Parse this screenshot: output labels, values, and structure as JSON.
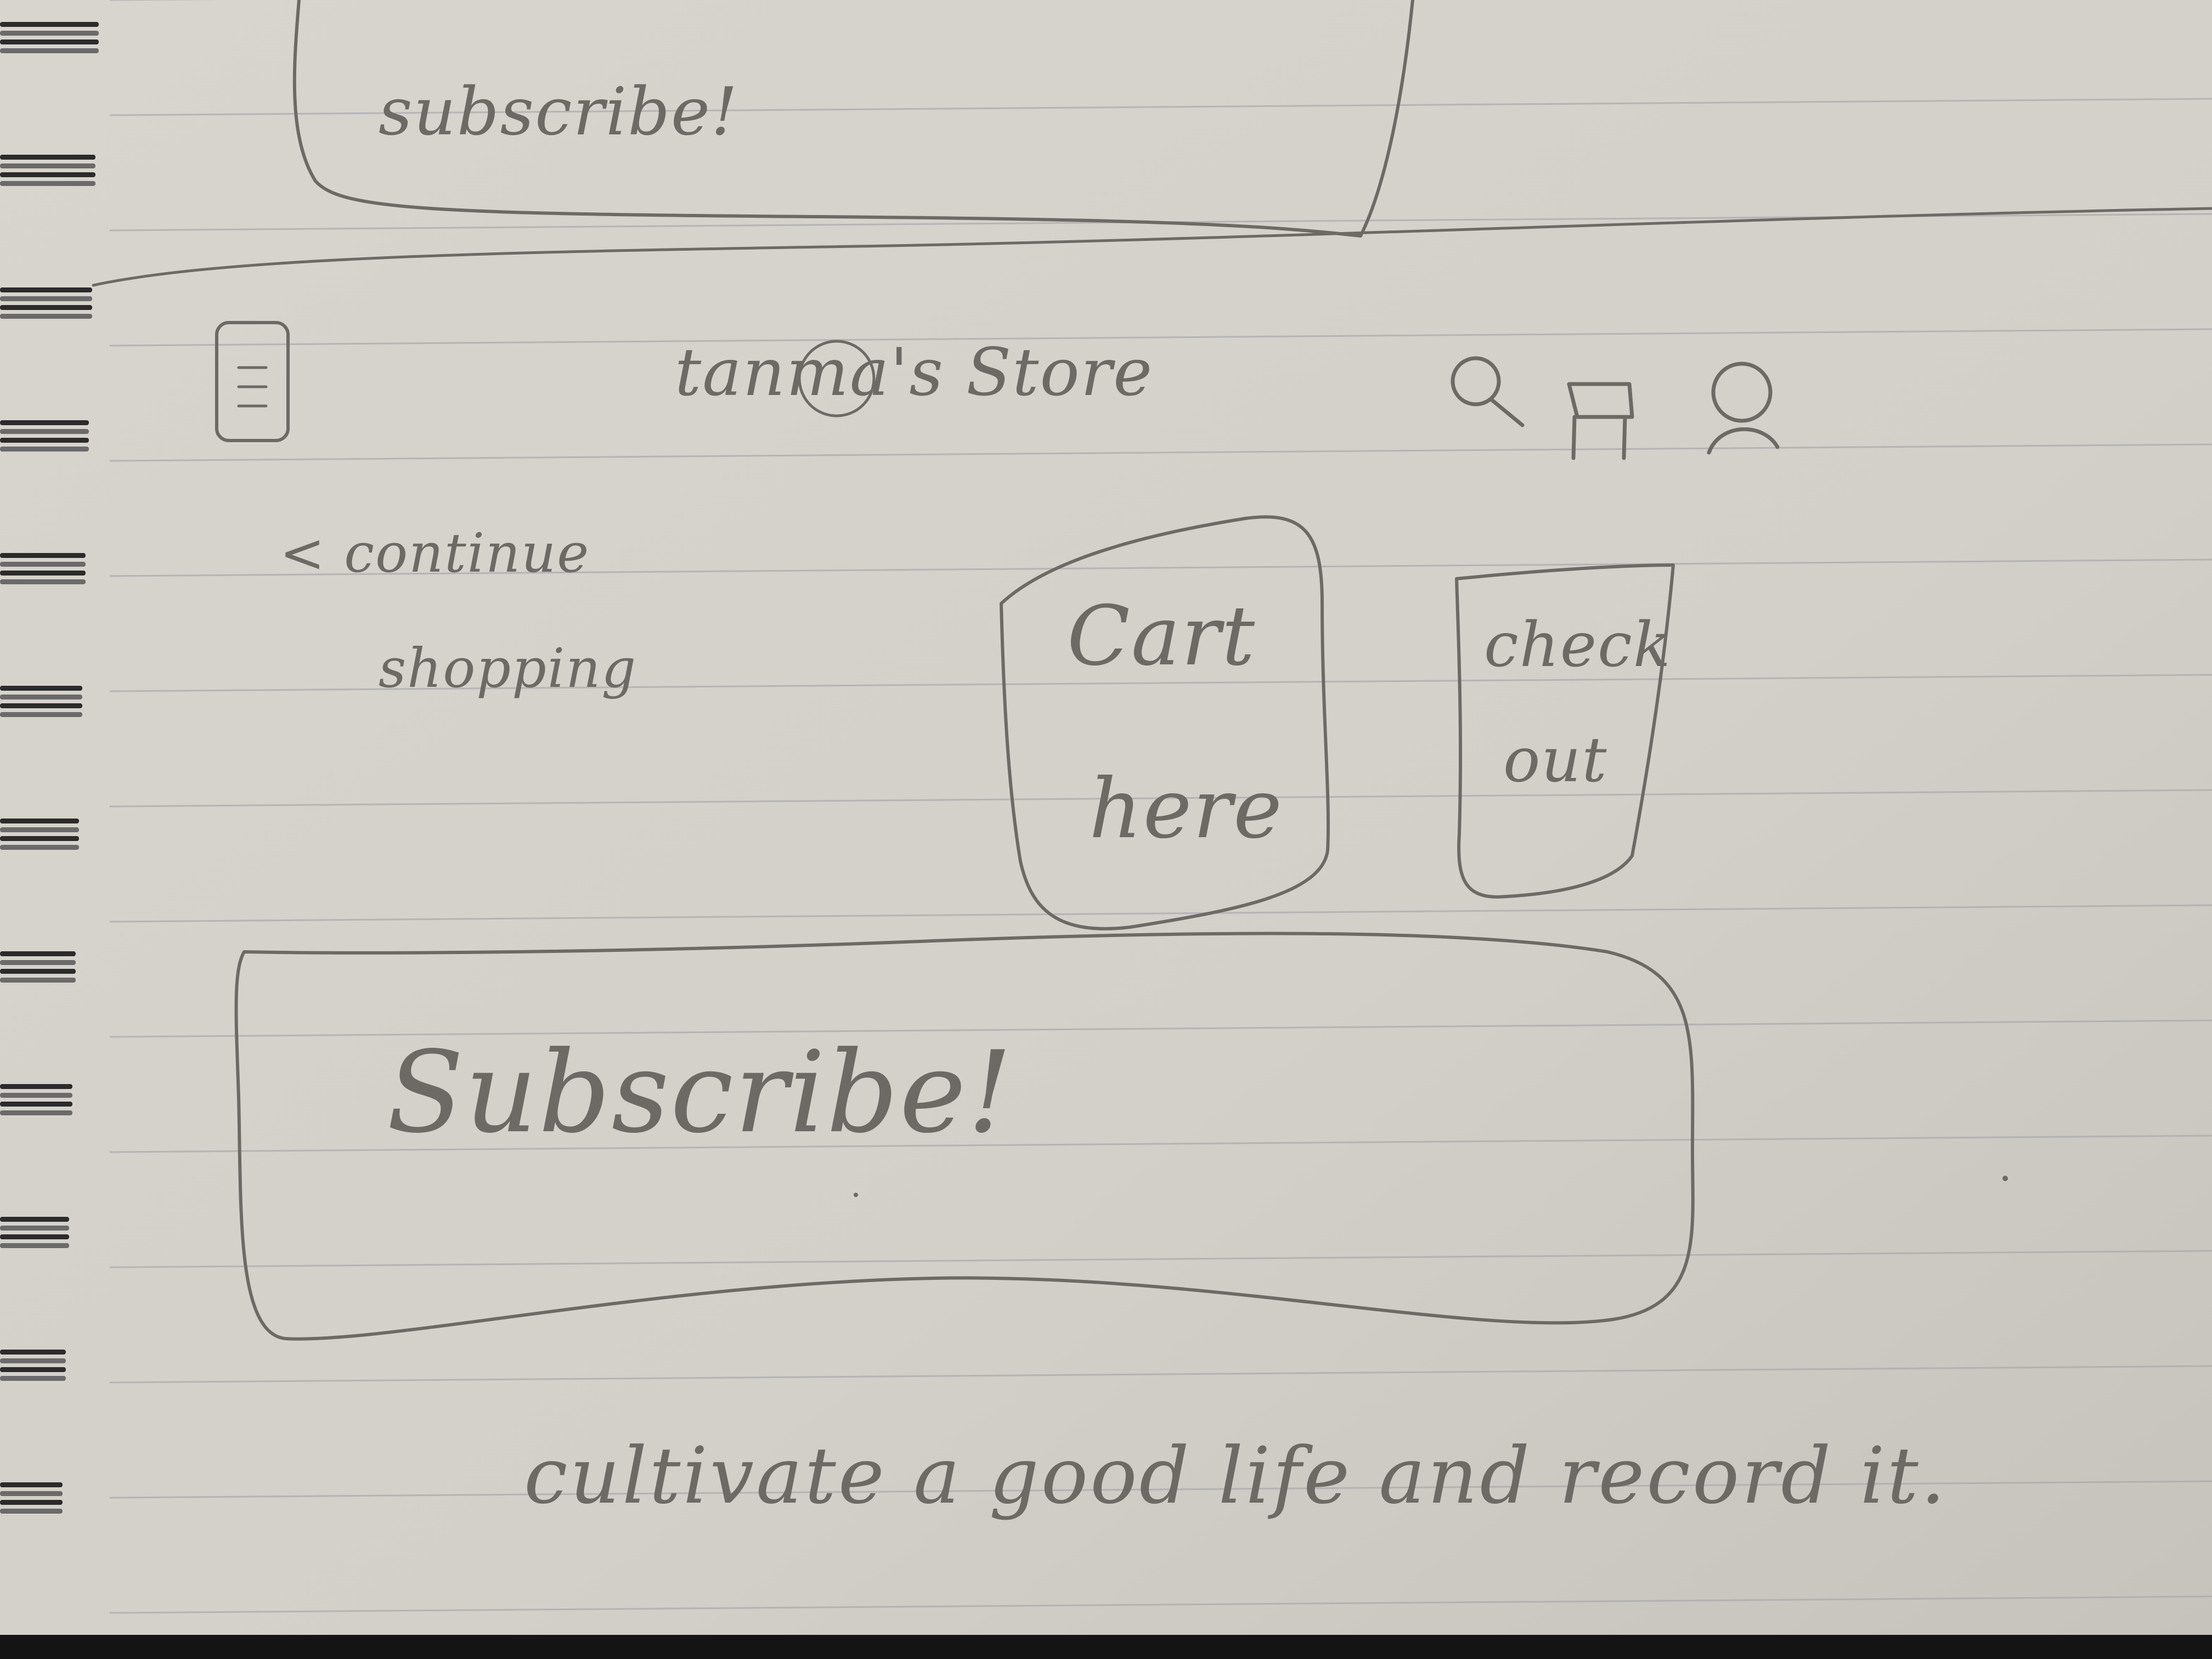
{
  "colors": {
    "paper": "#d4d0ca",
    "paper_shadow": "#bcb8b2",
    "rule_line": "#a8a8ae",
    "pencil": "#6d6a66",
    "spiral": "#2b2b2b",
    "bottom_edge": "#141414"
  },
  "top_banner": {
    "label": "subscribe!"
  },
  "header": {
    "menu_icon": "hamburger-menu-icon",
    "store_name": "tanma's Store",
    "icons": [
      "search-icon",
      "cart-icon",
      "user-icon"
    ]
  },
  "back_link": {
    "label_line1": "< continue",
    "label_line2": "shopping"
  },
  "cart_box": {
    "label_line1": "Cart",
    "label_line2": "here"
  },
  "checkout_button": {
    "label_line1": "check",
    "label_line2": "out"
  },
  "subscribe_banner": {
    "label": "Subscribe!"
  },
  "footer": {
    "tagline": "cultivate a good life and record it."
  }
}
